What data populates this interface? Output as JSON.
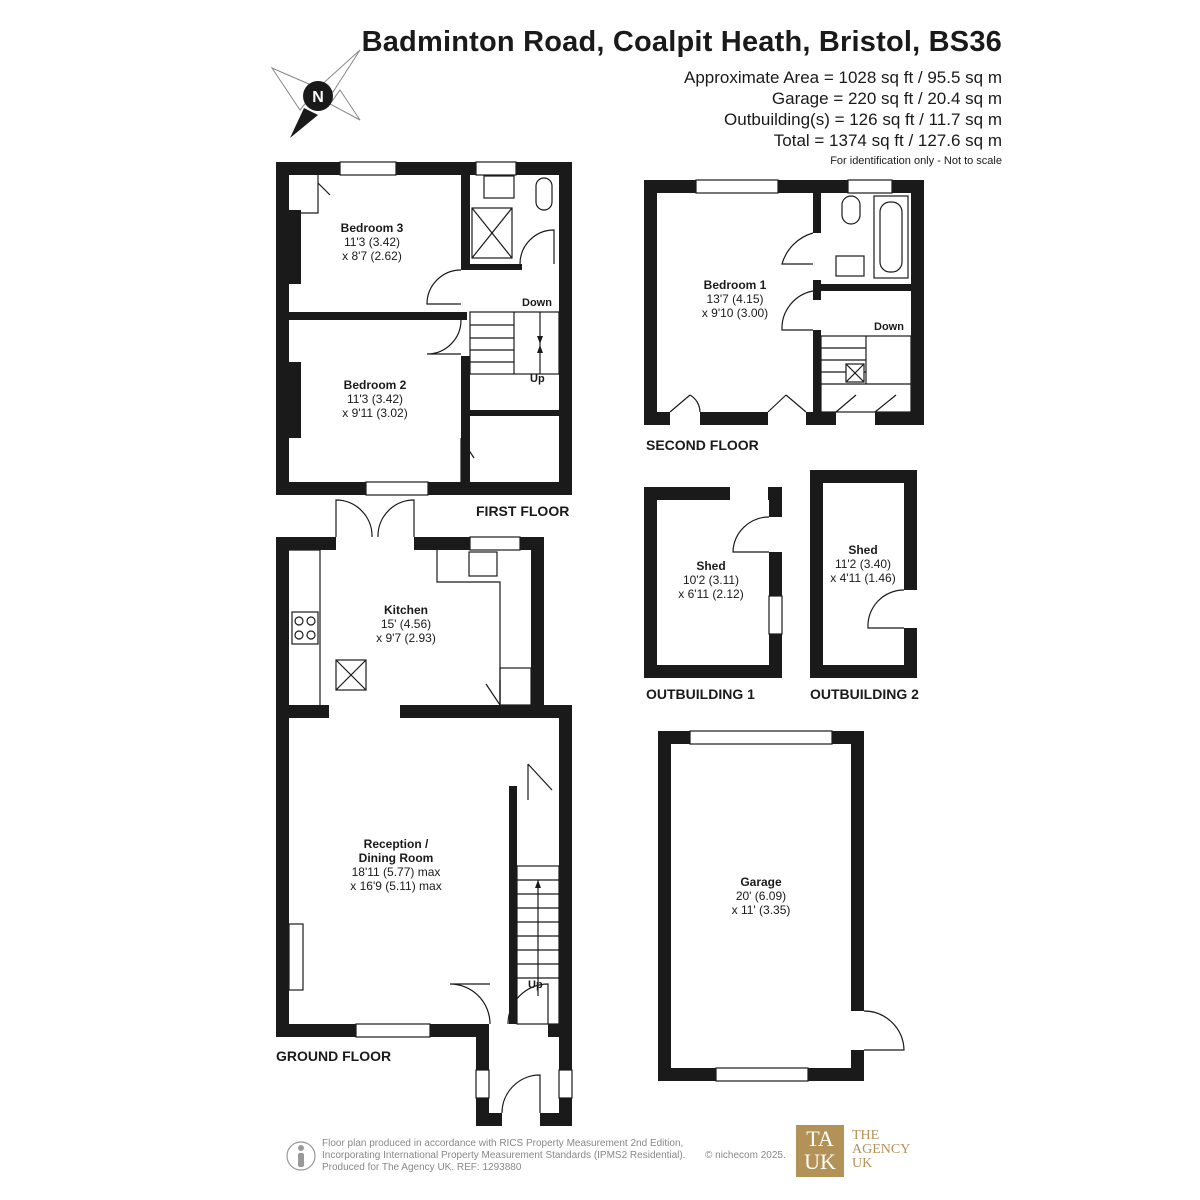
{
  "header": {
    "title": "Badminton Road, Coalpit Heath, Bristol, BS36",
    "areas": [
      "Approximate Area = 1028 sq ft / 95.5 sq m",
      "Garage = 220 sq ft / 20.4 sq m",
      "Outbuilding(s) = 126 sq ft / 11.7 sq m",
      "Total = 1374 sq ft / 127.6 sq m"
    ],
    "disclaimer": "For identification only - Not to scale"
  },
  "compass": {
    "letter": "N"
  },
  "floors": {
    "first": "FIRST FLOOR",
    "second": "SECOND FLOOR",
    "ground": "GROUND FLOOR",
    "outbuilding1": "OUTBUILDING 1",
    "outbuilding2": "OUTBUILDING 2"
  },
  "rooms": {
    "bedroom3": {
      "name": "Bedroom 3",
      "dim1": "11'3 (3.42)",
      "dim2": "x 8'7 (2.62)"
    },
    "bedroom2": {
      "name": "Bedroom 2",
      "dim1": "11'3 (3.42)",
      "dim2": "x 9'11 (3.02)"
    },
    "bedroom1": {
      "name": "Bedroom 1",
      "dim1": "13'7 (4.15)",
      "dim2": "x 9'10 (3.00)"
    },
    "kitchen": {
      "name": "Kitchen",
      "dim1": "15' (4.56)",
      "dim2": "x 9'7 (2.93)"
    },
    "reception": {
      "name1": "Reception /",
      "name2": "Dining Room",
      "dim1": "18'11 (5.77) max",
      "dim2": "x 16'9 (5.11) max"
    },
    "shed1": {
      "name": "Shed",
      "dim1": "10'2 (3.11)",
      "dim2": "x 6'11 (2.12)"
    },
    "shed2": {
      "name": "Shed",
      "dim1": "11'2 (3.40)",
      "dim2": "x 4'11 (1.46)"
    },
    "garage": {
      "name": "Garage",
      "dim1": "20' (6.09)",
      "dim2": "x 11' (3.35)"
    }
  },
  "stairs": {
    "first_down": "Down",
    "first_up": "Up",
    "second_down": "Down",
    "ground_up": "Up"
  },
  "footer": {
    "line1": "Floor plan produced in accordance with RICS Property Measurement 2nd Edition,",
    "line2": "Incorporating International Property Measurement Standards (IPMS2 Residential).",
    "line3": "Produced for The Agency UK.   REF:   1293880",
    "copyright": "© nichecom 2025.",
    "logo_top": "TA",
    "logo_bottom": "UK",
    "brand1": "THE",
    "brand2": "AGENCY",
    "brand3": "UK"
  }
}
